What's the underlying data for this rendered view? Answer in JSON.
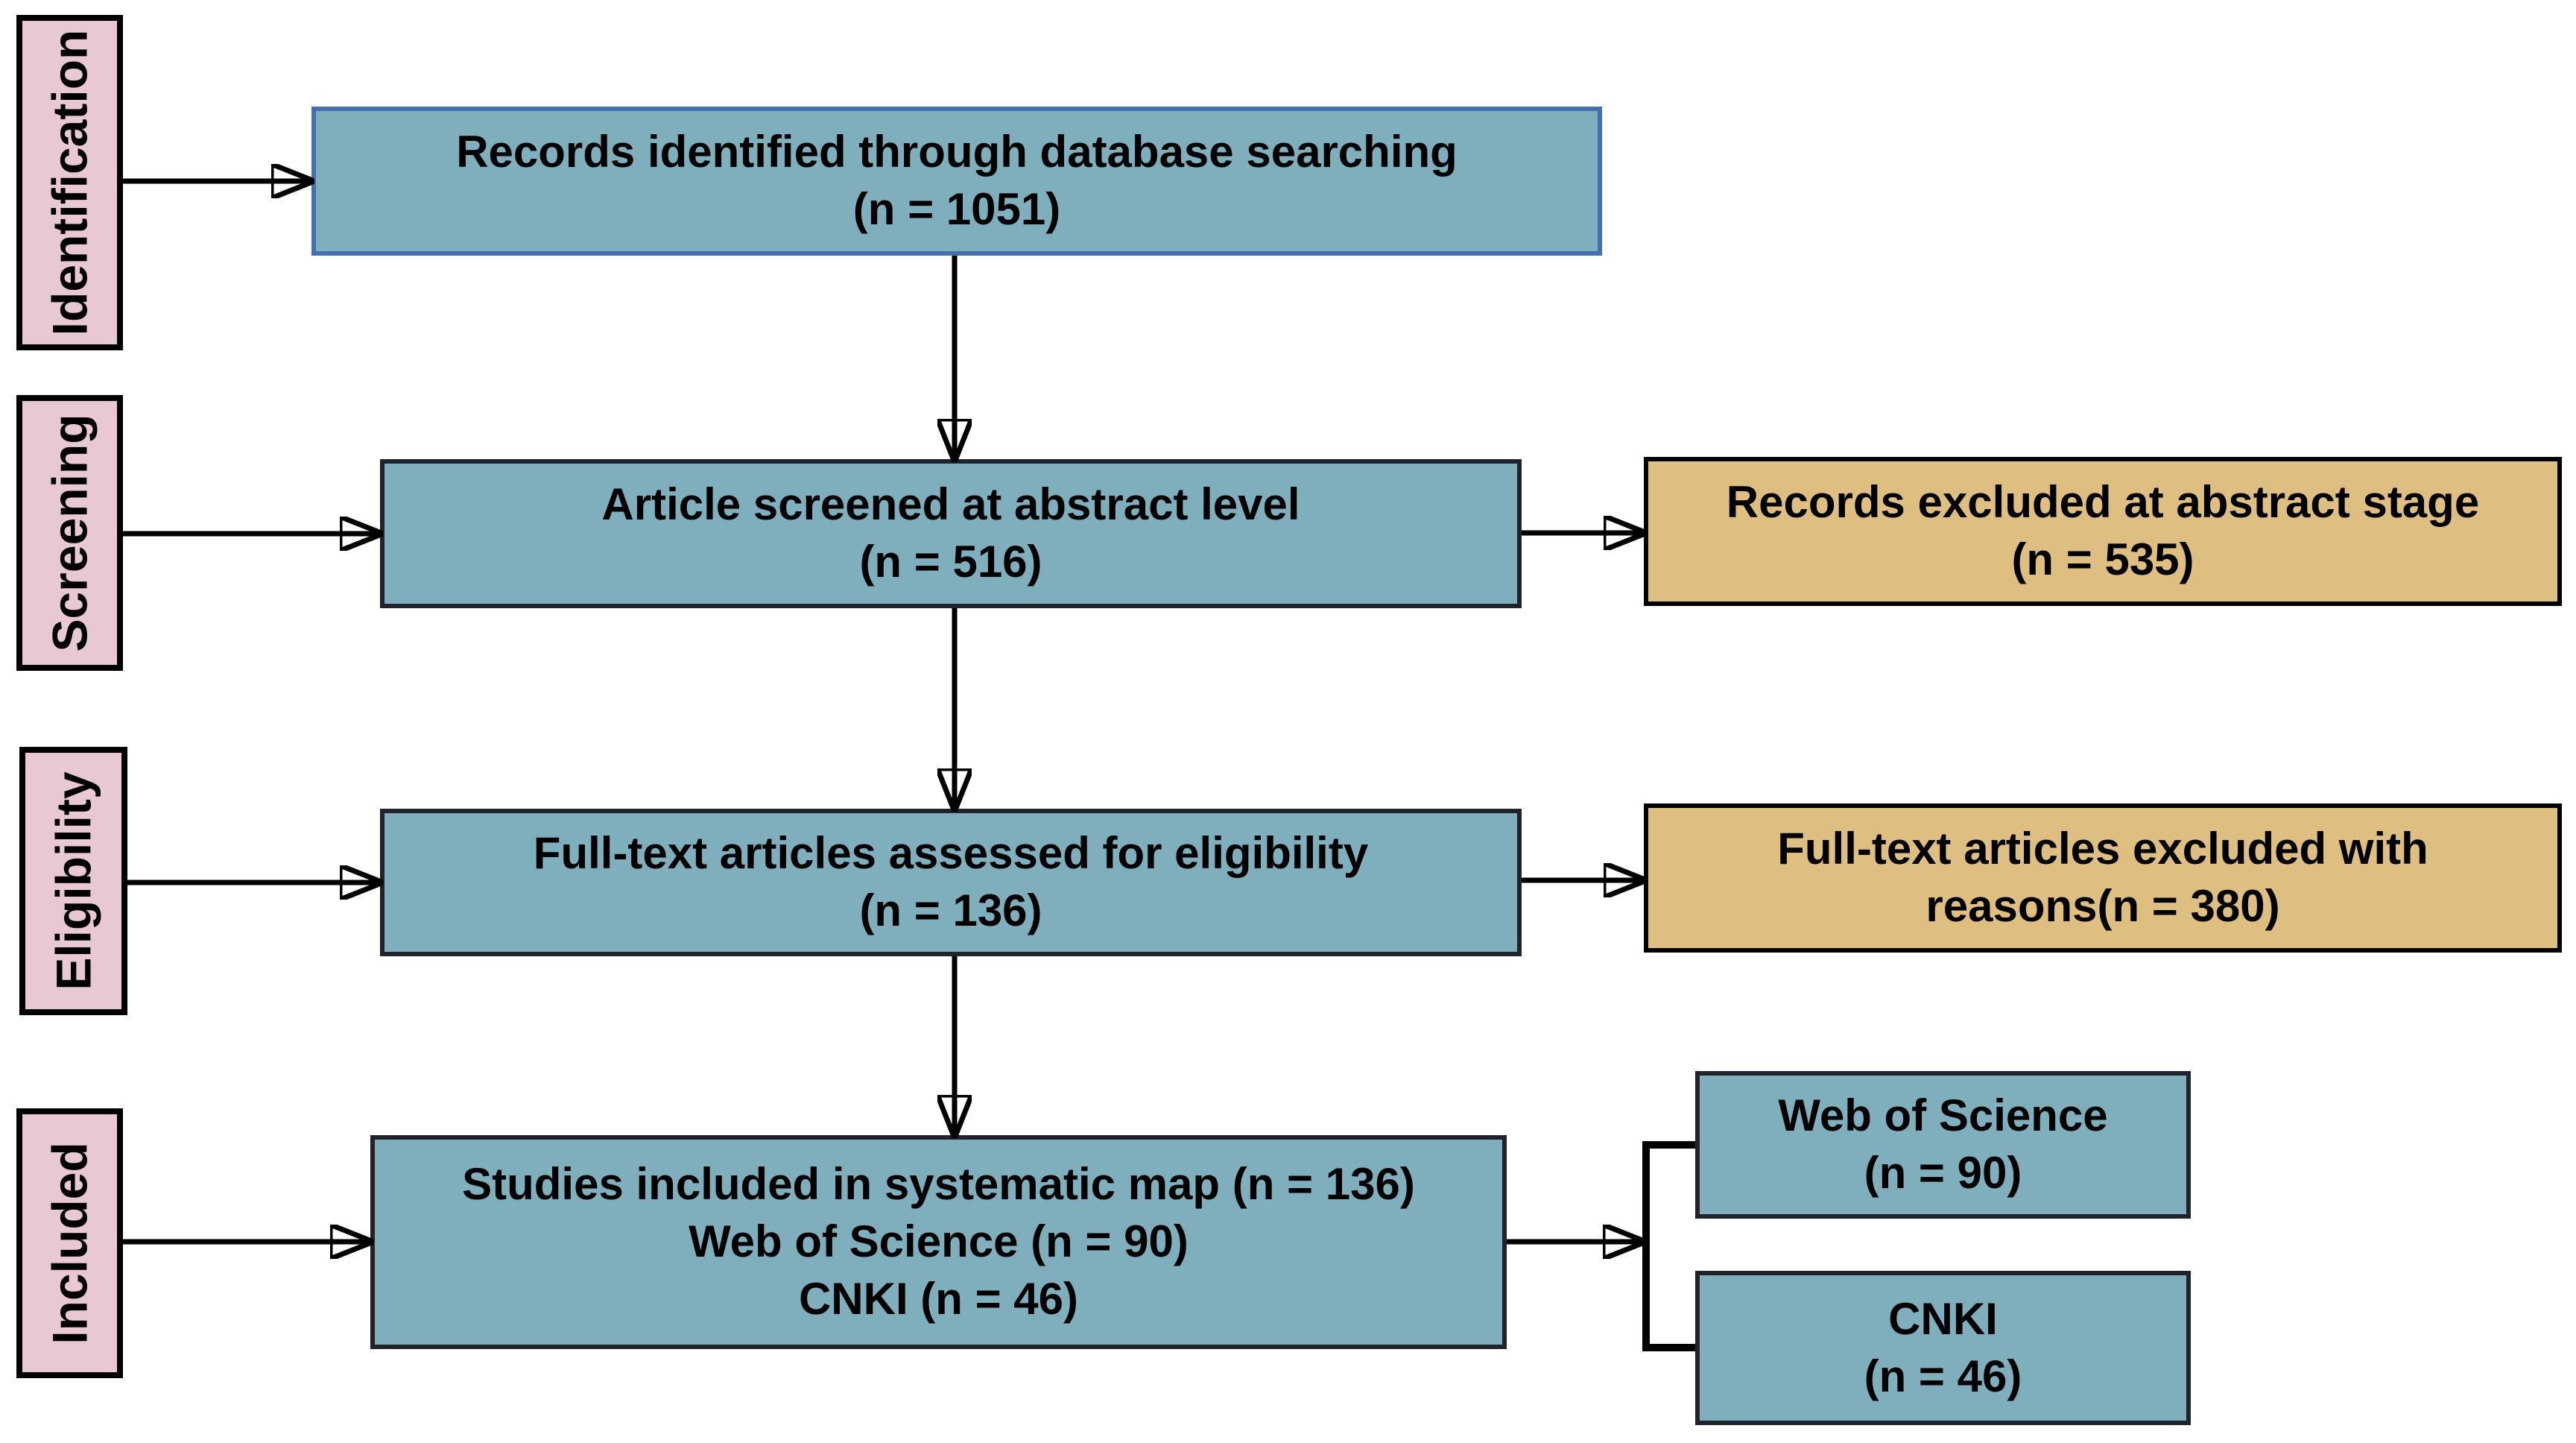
{
  "palette": {
    "teal_fill": "#7FAEBC",
    "teal_border_dark": "#20232B",
    "teal_border_blue": "#4470AD",
    "tan_fill": "#DFBE81",
    "pink_fill": "#E8C8D2",
    "box_border_black": "#000000",
    "arrow_color": "#000000"
  },
  "stages": [
    {
      "label": "Identification"
    },
    {
      "label": "Screening"
    },
    {
      "label": "Eligibility"
    },
    {
      "label": "Included"
    }
  ],
  "boxes": {
    "records_identified": {
      "line1": "Records identified through database searching",
      "line2": "(n = 1051)"
    },
    "abstract_screened": {
      "line1": "Article screened at abstract level",
      "line2": "(n = 516)"
    },
    "abstract_excluded": {
      "line1": "Records excluded at abstract stage",
      "line2": "(n = 535)"
    },
    "fulltext_assessed": {
      "line1": "Full-text articles assessed for eligibility",
      "line2": "(n = 136)"
    },
    "fulltext_excluded": {
      "line1": "Full-text articles excluded with",
      "line2": "reasons(n = 380)"
    },
    "included_studies": {
      "line1": "Studies included in systematic map (n = 136)",
      "line2": "Web of Science (n = 90)",
      "line3": "CNKI (n = 46)"
    },
    "web_of_science": {
      "line1": "Web of Science",
      "line2": "(n = 90)"
    },
    "cnki": {
      "line1": "CNKI",
      "line2": "(n = 46)"
    }
  }
}
